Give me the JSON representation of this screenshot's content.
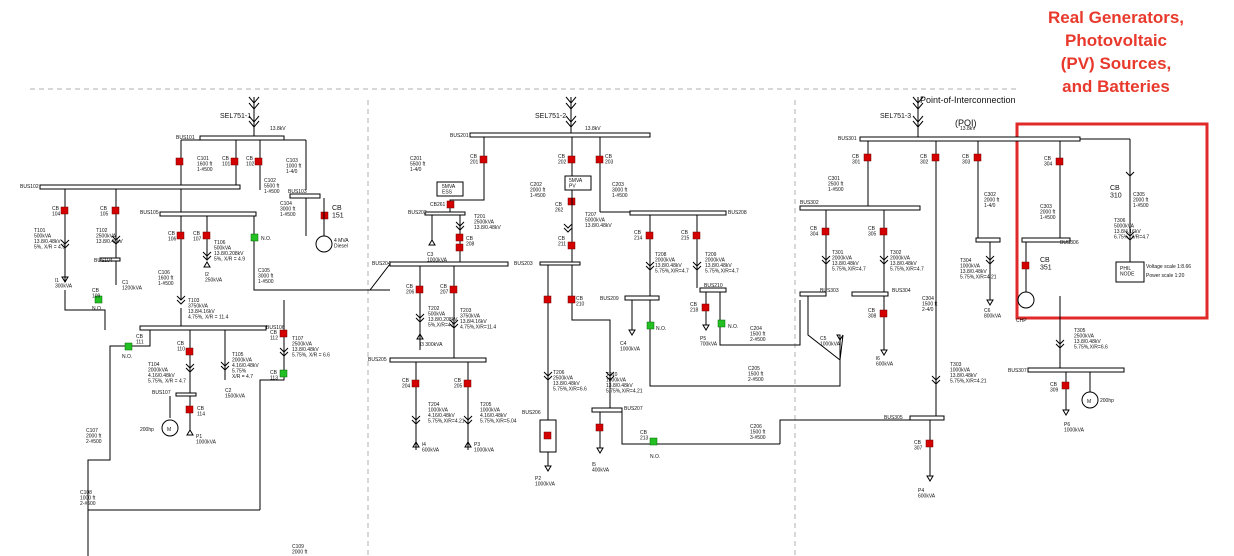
{
  "callout": {
    "lines": [
      "Real Generators,",
      "Photovoltaic",
      "(PV) Sources,",
      "and Batteries"
    ],
    "box_color": "#e02a2a"
  },
  "poi": {
    "label": "Point-of-Interconnection",
    "short": "(POI)"
  },
  "feeders": [
    {
      "name": "SEL751-1",
      "kv": "13.8kV",
      "bus": "BUS101"
    },
    {
      "name": "SEL751-2",
      "kv": "13.8kV",
      "bus": "BUS201"
    },
    {
      "name": "SEL751-3",
      "kv": "13.8kV",
      "bus": "BUS301"
    }
  ],
  "buses": {
    "b102": "BUS102",
    "b103": "BUS103",
    "b104": "BUS104",
    "b105": "BUS105",
    "b106": "BUS106",
    "b107": "BUS107",
    "b108": "BUS108",
    "b202": "BUS202",
    "b203": "BUS203",
    "b204": "BUS204",
    "b205": "BUS205",
    "b206": "BUS206",
    "b207": "BUS207",
    "b208": "BUS208",
    "b209": "BUS209",
    "b210": "BUS210",
    "b302": "BUS302",
    "b303": "BUS303",
    "b304": "BUS304",
    "b305": "BUS305",
    "b306": "BUS306",
    "b307": "BUS307"
  },
  "breakers": {
    "cb151": "CB\n151",
    "cb261": "CB261",
    "cb262": "CB\n262",
    "cb310": "CB\n310",
    "cb351": "CB\n351"
  },
  "sources": {
    "ess": "5MVA\nESS",
    "pv": "5MVA\nPV",
    "diesel": "4 MVA\nDiesel",
    "chp": "CHP",
    "phil": "PHIL\nNODE",
    "voltage_scale": "Voltage scale 1:8.66",
    "power_scale": "Power scale 1:20"
  },
  "loads": {
    "l1": "l1\n300kVA",
    "c1": "C1\n1200kVA",
    "l2": "l2\n250kVA",
    "c2": "C2\n1500kVA",
    "p1": "P1\n1000kVA",
    "m1": "200hp",
    "c3": "C3\n1000kVA",
    "l3": "l3 300kVA",
    "l4": "l4\n600kVA",
    "p3": "P3\n1000kVA",
    "p2": "P2\n1000kVA",
    "l5": "l5\n400kVA",
    "c4": "C4\n1000kVA",
    "p5": "P5\n700kVA",
    "c5": "C5\n1000kVA",
    "l6": "l6\n600kVA",
    "p4": "P4\n600kVA",
    "c6": "C6\n800kVA",
    "p6": "P6\n1000kVA",
    "m3": "200hp"
  },
  "transformers": {
    "t101": "T101\n500kVA\n13.8/0.48kV\n5%, X/R = 4.9",
    "t102": "T102\n2500kVA\n13.8/0.48kV",
    "t106": "T106\n500kVA\n13.8/0.208kV\n5%, X/R = 4.9",
    "t103": "T103\n3750kVA\n13.8/4.16kV\n4.75%, X/R = 11.4",
    "t104": "T104\n2000kVA\n4.16/0.48kV\n5.75%, X/R = 4.7",
    "t105": "T105\n2000kVA\n4.16/0.48kV\n5.75%\nX/R = 4.7",
    "t107": "T107\n2500kVA\n13.8/0.48kV\n5.75%, X/R = 6.6",
    "t201": "T201\n2500kVA\n13.8/0.48kV",
    "t202": "T202\n500kVA\n13.8/0.208kV\n5%,X/R=4.9",
    "t203": "T203\n3750kVA\n13.8/4.16kV\n4.75%,X/R=11.4",
    "t204": "T204\n1000kVA\n4.16/0.48kV\n5.75%,X/R=4.21",
    "t205": "T205\n1000kVA\n4.16/0.48kV\n5.75%,X/R=5.04",
    "t206": "T206\n2500kVA\n13.8/0.48kV\n5.75%,X/R=6.6",
    "t207": "T207\n5000kVA\n13.8/0.48kV",
    "t208": "T208\n2000kVA\n13.8/0.48kV\n5.75%,X/R=4.7",
    "t209": "T209\n2000kVA\n13.8/0.48kV\n5.75%,X/R=4.7",
    "t210": "T210\n1000kVA\n13.8/0.48kV\n5.75%,X/R=4.21",
    "t301": "T301\n2000kVA\n13.8/0.48kV\n5.75%,X/R=4.7",
    "t302": "T302\n2000kVA\n13.8/0.48kV\n5.75%,X/R=4.7",
    "t303": "T303\n1000kVA\n13.8/0.48kV\n5.75%,X/R=4.21",
    "t304": "T304\n1000kVA\n13.8/0.48kV\n5.75%,X/R=4.21",
    "t305": "T305\n2500kVA\n13.8/0.48kV\n5.75%,X/R=6.6",
    "t306": "T306\n5000kVA\n13.8/4.16kV\n6.75%, X/R=4.7"
  },
  "cables": {
    "c101": "C101\n1600 ft\n1-#500",
    "c102": "C102\n5500 ft\n1-#500",
    "c103": "C103\n1000 ft\n1-4/0",
    "c104": "C104\n3000 ft\n1-#500",
    "c105": "C105\n3000 ft\n1-#500",
    "c106": "C106\n1600 ft\n1-#500",
    "c107": "C107\n2000 ft\n2-#500",
    "c108": "C108\n1000 ft\n2-#500",
    "c109": "C109\n2000 ft",
    "c201": "C201\n5500 ft\n1-4/0",
    "c202": "C202\n2000 ft\n1-#500",
    "c203": "C203\n3000 ft\n1-#500",
    "c204": "C204\n1500 ft\n2-#500",
    "c205": "C205\n1500 ft\n2-#500",
    "c206": "C206\n1500 ft\n3-#500",
    "c301": "C301\n2500 ft\n1-#500",
    "c302": "C302\n2000 ft\n1-4/0",
    "c303": "C303\n2000 ft\n1-#500",
    "c304": "C304\n1500 ft\n2-4/0",
    "c305": "C305\n2000 ft\n1-#500"
  },
  "cb_labels": {
    "cb101": "CB\n101",
    "cb102": "CB\n102",
    "cb103": "CB\n103",
    "cb104": "CB\n104",
    "cb105": "CB\n105",
    "cb106": "CB\n106",
    "cb107": "CB\n107",
    "cb108": "CB\n108",
    "cb109": "CB\n109",
    "cb110": "CB\n110",
    "cb111": "CB\n111",
    "cb112": "CB\n112",
    "cb113": "CB\n113",
    "cb114": "CB\n114",
    "cb201": "CB\n201",
    "cb202": "CB\n202",
    "cb203": "CB\n203",
    "cb204": "CB\n204",
    "cb205": "CB\n205",
    "cb206": "CB\n206",
    "cb207": "CB\n207",
    "cb208": "CB\n208",
    "cb209": "CB\n209",
    "cb210": "CB\n210",
    "cb211": "CB\n211",
    "cb212": "CB\n212",
    "cb213": "CB\n213",
    "cb214": "CB\n214",
    "cb215": "CB\n215",
    "cb216": "CB\n216",
    "cb217": "CB\n217",
    "cb218": "CB\n218",
    "cb301": "CB\n301",
    "cb302": "CB\n302",
    "cb303": "CB\n303",
    "cb304": "CB\n304",
    "cb305": "CB\n305",
    "cb306": "CB\n306",
    "cb307": "CB\n307",
    "cb308": "CB\n308",
    "cb309": "CB\n309"
  },
  "no_label": "N.O.",
  "colors": {
    "closed_breaker": "#d40000",
    "open_breaker": "#22c022",
    "annotation": "#e8392c"
  }
}
